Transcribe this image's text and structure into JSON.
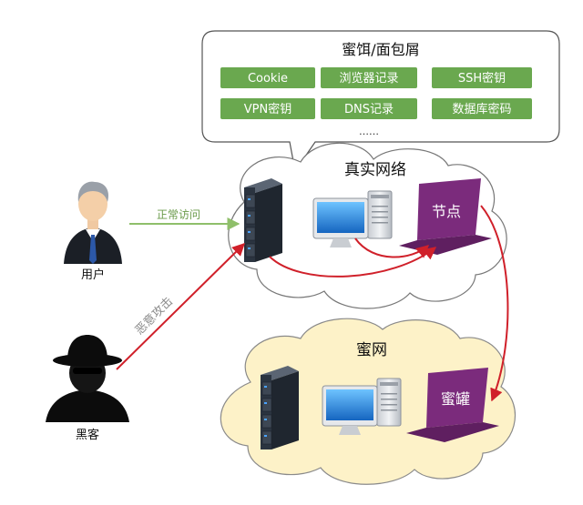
{
  "bait": {
    "title": "蜜饵/面包屑",
    "items": [
      "Cookie",
      "浏览器记录",
      "SSH密钥",
      "VPN密钥",
      "DNS记录",
      "数据库密码"
    ],
    "more": "……"
  },
  "real_network": {
    "label": "真实网络",
    "node_label": "节点"
  },
  "honeynet": {
    "label": "蜜网",
    "jar_label": "蜜罐"
  },
  "user": {
    "label": "用户"
  },
  "hacker": {
    "label": "黑客"
  },
  "arrows": {
    "normal_access": "正常访问",
    "malicious_attack": "恶意攻击"
  },
  "colors": {
    "bait_button": "#6aa84f",
    "real_cloud_fill": "#ffffff",
    "honeynet_fill": "#fdf2c8",
    "normal_arrow": "#8fbf6a",
    "attack_arrow": "#d0202a",
    "laptop": "#7b2b7c"
  }
}
